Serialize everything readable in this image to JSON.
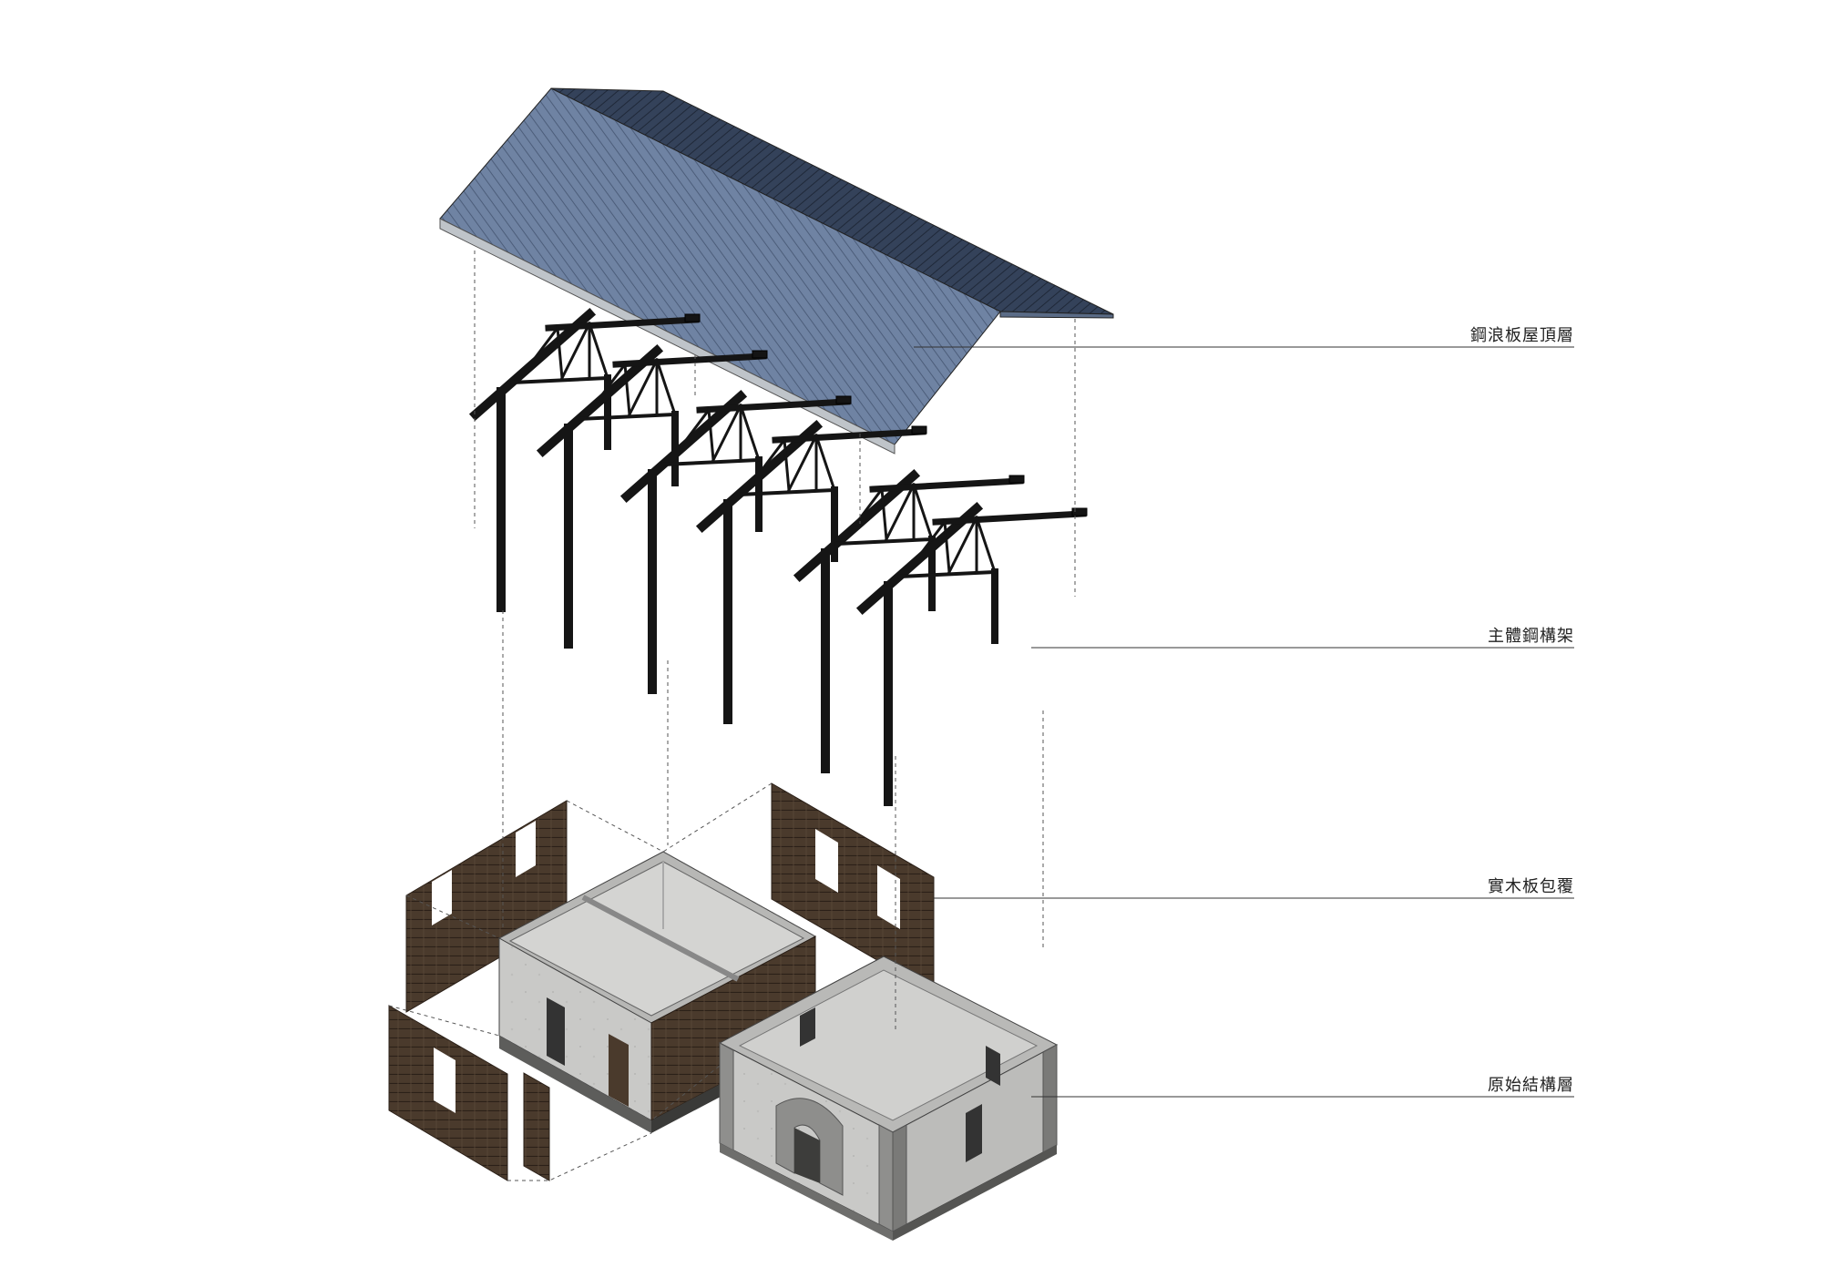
{
  "labels": {
    "roof": "鋼浪板屋頂層",
    "frame": "主體鋼構架",
    "cladding": "實木板包覆",
    "original": "原始結構層"
  },
  "colors": {
    "roof_blue": "#6f83a3",
    "roof_dark": "#2e3a4e",
    "steel": "#141414",
    "timber": "#4a3a2c",
    "concrete": "#c9c9c7",
    "concrete_dark": "#9e9e9c"
  }
}
